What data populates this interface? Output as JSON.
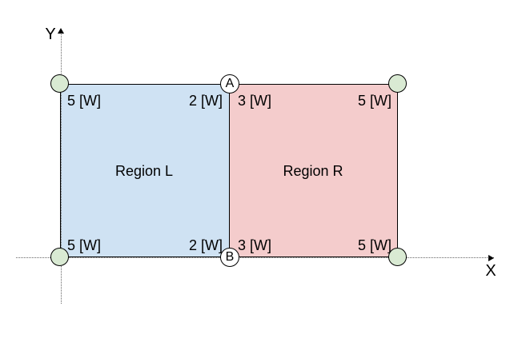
{
  "diagram": {
    "axis": {
      "x_label": "X",
      "y_label": "Y"
    },
    "region_l": {
      "label": "Region L",
      "fill": "#cfe2f3",
      "power_top_left": "5 [W]",
      "power_top_right": "2 [W]",
      "power_bottom_left": "5 [W]",
      "power_bottom_right": "2 [W]"
    },
    "region_r": {
      "label": "Region R",
      "fill": "#f4cccc",
      "power_top_left": "3 [W]",
      "power_top_right": "5 [W]",
      "power_bottom_left": "3 [W]",
      "power_bottom_right": "5 [W]"
    },
    "nodes": {
      "top": "A",
      "bottom": "B"
    },
    "colors": {
      "corner_marker_fill": "#d9ead3",
      "node_fill": "#ffffff",
      "stroke": "#000000",
      "axis_line": "#666666"
    }
  }
}
